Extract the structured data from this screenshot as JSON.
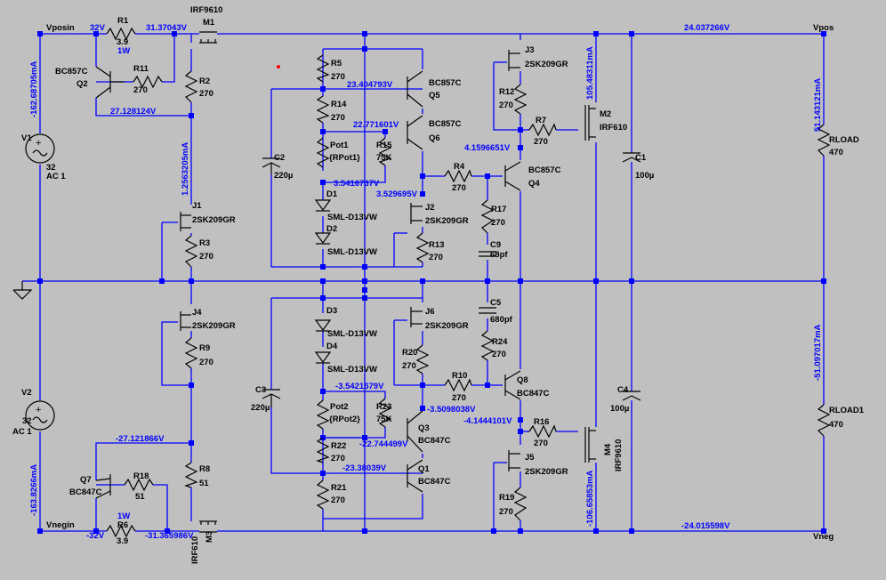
{
  "nets": {
    "vposin": "Vposin",
    "vnegin": "Vnegin",
    "vpos": "Vpos",
    "vneg": "Vneg"
  },
  "components": {
    "r1": {
      "name": "R1",
      "value": "3.9",
      "power": "1W"
    },
    "r6": {
      "name": "R6",
      "value": "3.9",
      "power": "1W"
    },
    "m1": {
      "name": "M1",
      "part": "IRF9610"
    },
    "m2": {
      "name": "M2",
      "part": "IRF610"
    },
    "m3": {
      "name": "M3",
      "part": "IRF610"
    },
    "m4": {
      "name": "M4",
      "part": "IRF9610"
    },
    "q2": {
      "name": "Q2",
      "part": "BC857C"
    },
    "q7": {
      "name": "Q7",
      "part": "BC847C"
    },
    "q5": {
      "name": "Q5",
      "part": "BC857C"
    },
    "q6": {
      "name": "Q6",
      "part": "BC857C"
    },
    "q4": {
      "name": "Q4",
      "part": "BC857C"
    },
    "q3": {
      "name": "Q3",
      "part": "BC847C"
    },
    "q1": {
      "name": "Q1",
      "part": "BC847C"
    },
    "q8": {
      "name": "Q8",
      "part": "BC847C"
    },
    "r11": {
      "name": "R11",
      "value": "270"
    },
    "r18": {
      "name": "R18",
      "value": "51"
    },
    "r2": {
      "name": "R2",
      "value": "270"
    },
    "r8": {
      "name": "R8",
      "value": "51"
    },
    "r3": {
      "name": "R3",
      "value": "270"
    },
    "r9": {
      "name": "R9",
      "value": "270"
    },
    "j1": {
      "name": "J1",
      "part": "2SK209GR"
    },
    "j4": {
      "name": "J4",
      "part": "2SK209GR"
    },
    "j2": {
      "name": "J2",
      "part": "2SK209GR"
    },
    "j6": {
      "name": "J6",
      "part": "2SK209GR"
    },
    "j3": {
      "name": "J3",
      "part": "2SK209GR"
    },
    "j5": {
      "name": "J5",
      "part": "2SK209GR"
    },
    "r5": {
      "name": "R5",
      "value": "270"
    },
    "r14": {
      "name": "R14",
      "value": "270"
    },
    "pot1": {
      "name": "Pot1",
      "value": "{RPot1}"
    },
    "r15": {
      "name": "R15",
      "value": "75K"
    },
    "pot2": {
      "name": "Pot2",
      "value": "{RPot2}"
    },
    "r23": {
      "name": "R23",
      "value": "75K"
    },
    "r22": {
      "name": "R22",
      "value": "270"
    },
    "r21": {
      "name": "R21",
      "value": "270"
    },
    "d1": {
      "name": "D1",
      "part": "SML-D13VW"
    },
    "d2": {
      "name": "D2",
      "part": "SML-D13VW"
    },
    "d3": {
      "name": "D3",
      "part": "SML-D13VW"
    },
    "d4": {
      "name": "D4",
      "part": "SML-D13VW"
    },
    "c2": {
      "name": "C2",
      "value": "220µ"
    },
    "c3": {
      "name": "C3",
      "value": "220µ"
    },
    "r13": {
      "name": "R13",
      "value": "270"
    },
    "r20": {
      "name": "R20",
      "value": "270"
    },
    "r4": {
      "name": "R4",
      "value": "270"
    },
    "r10": {
      "name": "R10",
      "value": "270"
    },
    "r17": {
      "name": "R17",
      "value": "270"
    },
    "c9": {
      "name": "C9",
      "value": "68pf"
    },
    "c5": {
      "name": "C5",
      "value": "680pf"
    },
    "r24": {
      "name": "R24",
      "value": "270"
    },
    "r12": {
      "name": "R12",
      "value": "270"
    },
    "r7": {
      "name": "R7",
      "value": "270"
    },
    "r16": {
      "name": "R16",
      "value": "270"
    },
    "r19": {
      "name": "R19",
      "value": "270"
    },
    "c1": {
      "name": "C1",
      "value": "100µ"
    },
    "c4": {
      "name": "C4",
      "value": "100µ"
    },
    "rload": {
      "name": "RLOAD",
      "value": "470"
    },
    "rload1": {
      "name": "RLOAD1",
      "value": "470"
    },
    "v1": {
      "name": "V1",
      "value": "32",
      "ac": "AC 1"
    },
    "v2": {
      "name": "V2",
      "value": "32",
      "ac": "AC 1"
    }
  },
  "readouts": {
    "v_32p": "32V",
    "v_m1s": "31.37043V",
    "v_vpos": "24.037266V",
    "v_q2c": "27.128124V",
    "v_q5e": "23.404793V",
    "v_q6e": "22.771601V",
    "v_d1a": "3.5416737V",
    "v_j2d": "3.529695V",
    "v_q4e": "4.1596651V",
    "v_d4k": "-3.5421579V",
    "v_q3c": "-3.5098038V",
    "v_q3e": "-22.744499V",
    "v_q1e": "-23.38039V",
    "v_q7c": "-27.121866V",
    "v_q8e": "-4.1444101V",
    "v_32n": "-32V",
    "v_m3s": "-31.365986V",
    "v_vneg": "-24.015598V",
    "i_v1": "-162.68705mA",
    "i_v2": "-163.8266mA",
    "i_r2": "1.2563205mA",
    "i_m2": "105.48311mA",
    "i_m4": "-106.65853mA",
    "i_rload": "51.143121mA",
    "i_rload1": "-51.097017mA"
  }
}
